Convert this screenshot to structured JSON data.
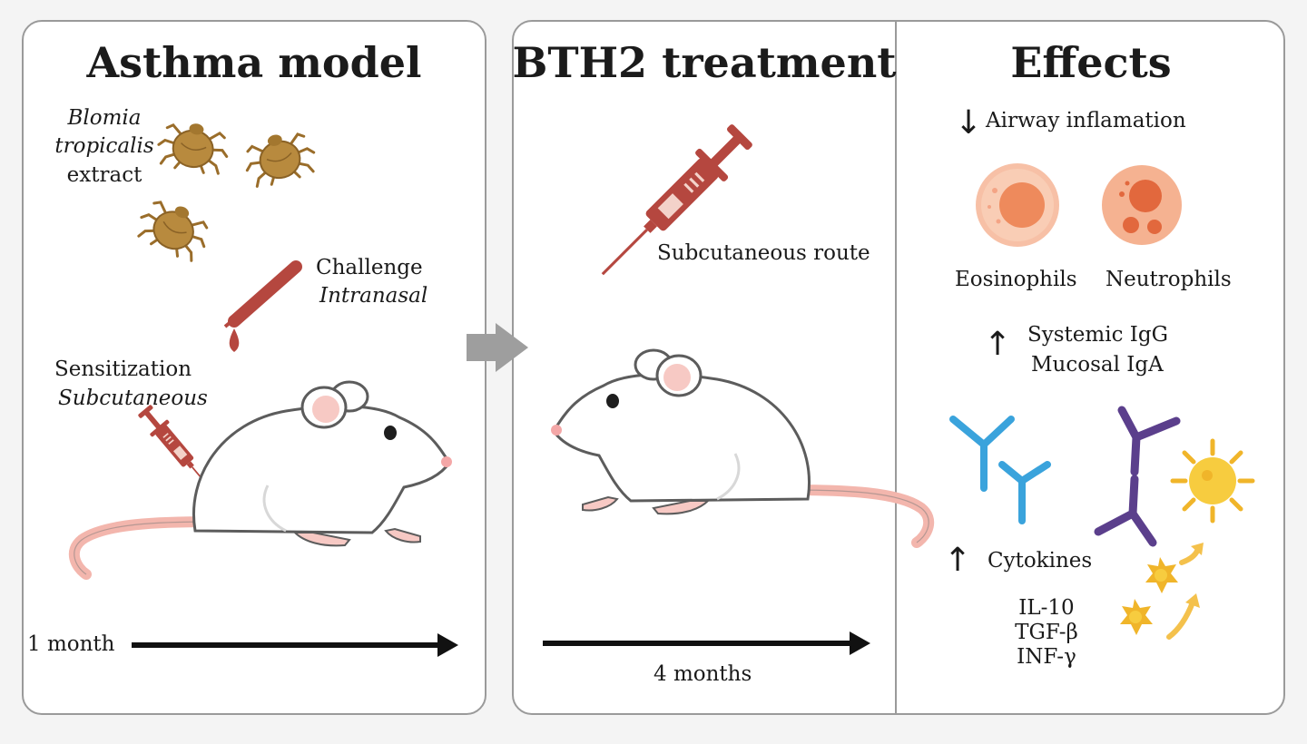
{
  "panels": {
    "asthma": {
      "title": "Asthma model",
      "allergen_line1": "Blomia",
      "allergen_line2": "tropicalis",
      "allergen_line3": "extract",
      "challenge": "Challenge",
      "challenge_route": "Intranasal",
      "sensitization": "Sensitization",
      "sensitization_route": "Subcutaneous",
      "duration": "1 month"
    },
    "treatment": {
      "title": "BTH2 treatment",
      "route": "Subcutaneous route",
      "duration": "4 months"
    },
    "effects": {
      "title": "Effects",
      "inflammation": "Airway inflamation",
      "cell1": "Eosinophils",
      "cell2": "Neutrophils",
      "igg": "Systemic IgG",
      "iga": "Mucosal IgA",
      "cytokines": "Cytokines",
      "cyto1": "IL-10",
      "cyto2": "TGF-β",
      "cyto3": "INF-γ",
      "down_glyph": "↓",
      "up_glyph": "↑"
    }
  },
  "colors": {
    "mite": "#b88a3e",
    "syringe": "#b5473f",
    "eosinophil": "#f2a27e",
    "neutrophil": "#ee8a62",
    "antibody_blue": "#3aa3dc",
    "antibody_purple": "#5b3f8c",
    "cytokine": "#f5c23a",
    "mouse_ear": "#f7c9c4",
    "arrow_gray": "#9e9e9e"
  }
}
